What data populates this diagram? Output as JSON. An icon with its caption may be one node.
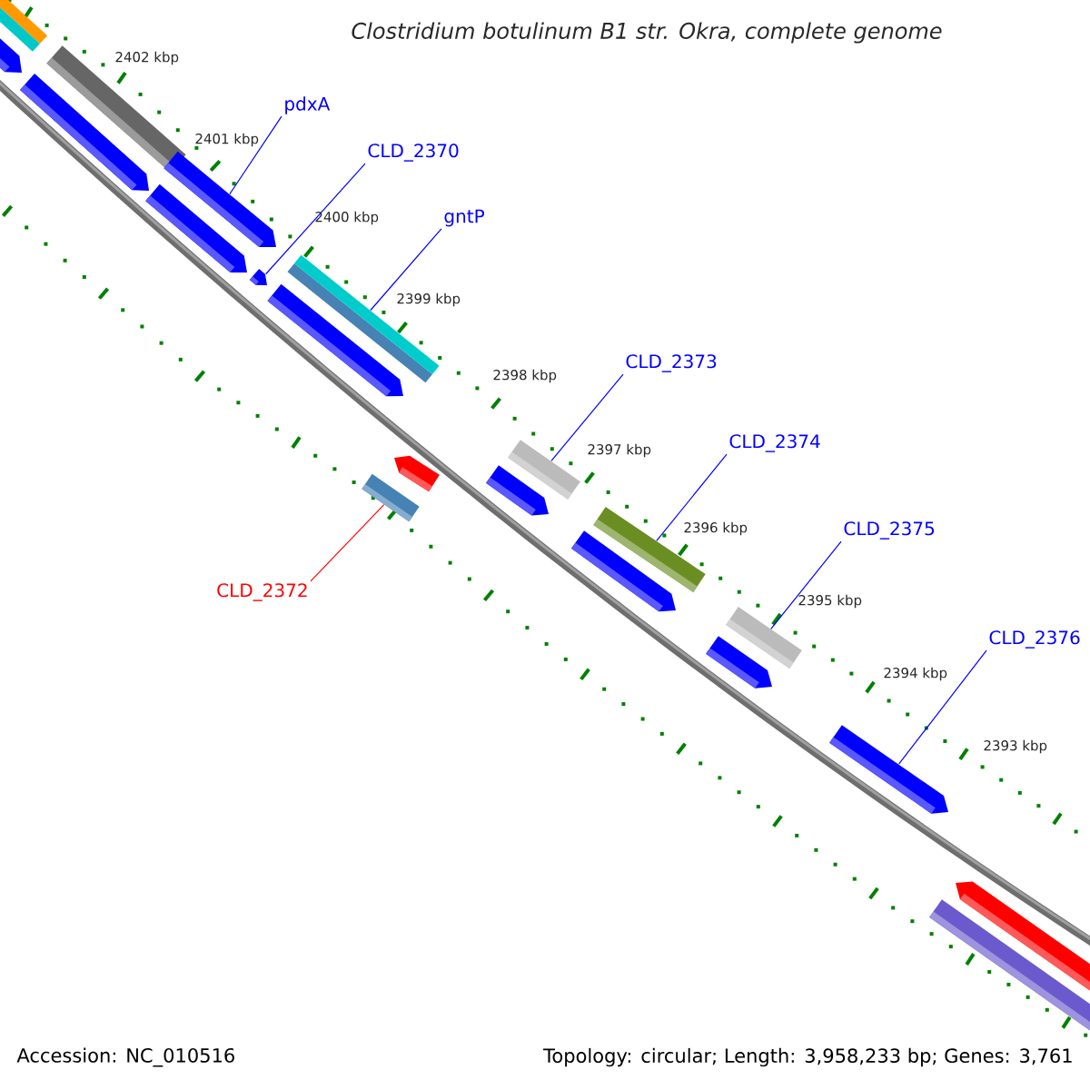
{
  "diagram": {
    "title": "Clostridium botulinum B1 str. Okra, complete genome",
    "nodes": [
      {
        "text": [
          "pdxA"
        ]
      },
      {
        "text": [
          "CLD_2370"
        ]
      },
      {
        "text": [
          "gntP"
        ]
      },
      {
        "text": [
          "CLD_2373"
        ]
      },
      {
        "text": [
          "CLD_2374"
        ]
      },
      {
        "text": [
          "CLD_2375"
        ]
      },
      {
        "text": [
          "CLD_2376"
        ]
      },
      {
        "text": [
          "CLD_2372"
        ]
      },
      {
        "text": [],
        "shape": "bar"
      },
      {
        "text": [],
        "shape": "bar"
      },
      {
        "text": [],
        "shape": "bar"
      },
      {
        "text": [],
        "shape": "bar"
      },
      {
        "text": [],
        "shape": "bar"
      },
      {
        "text": [],
        "shape": "bar"
      },
      {
        "text": [],
        "shape": "bar"
      },
      {
        "text": [],
        "shape": "bar"
      },
      {
        "text": [],
        "shape": "bar"
      },
      {
        "text": [],
        "shape": "bar"
      },
      {
        "text": [],
        "shape": "bar"
      },
      {
        "text": [],
        "shape": "bar"
      },
      {
        "text": [],
        "shape": "bar"
      },
      {
        "text": [],
        "shape": "bar"
      },
      {
        "text": [],
        "shape": "bar"
      },
      {
        "text": [],
        "shape": "bar"
      },
      {
        "text": [],
        "shape": "bar"
      },
      {
        "text": [],
        "shape": "bar"
      },
      {
        "text": [],
        "shape": "bar"
      },
      {
        "text": [],
        "shape": "bar"
      },
      {
        "text": [],
        "shape": "bar"
      },
      {
        "text": [],
        "shape": "bar"
      }
    ],
    "edges": [
      {
        "from": 0,
        "to": 14,
        "arrow": "none"
      },
      {
        "from": 1,
        "to": 15,
        "arrow": "none"
      },
      {
        "from": 2,
        "to": 18,
        "arrow": "none"
      },
      {
        "from": 3,
        "to": 22,
        "arrow": "none"
      },
      {
        "from": 4,
        "to": 24,
        "arrow": "none"
      },
      {
        "from": 5,
        "to": 26,
        "arrow": "none"
      },
      {
        "from": 6,
        "to": 27,
        "arrow": "none"
      },
      {
        "from": 7,
        "to": 19,
        "arrow": "none",
        "color": "#ff0000"
      }
    ],
    "labels": [
      "2402 kbp",
      "2401 kbp",
      "2400 kbp",
      "2399 kbp",
      "2398 kbp",
      "2397 kbp",
      "2396 kbp",
      "2395 kbp",
      "2394 kbp",
      "2393 kbp",
      "Accession: NC_010516",
      "Topology: circular; Length: 3,958,233 bp; Genes: 3,761"
    ]
  }
}
